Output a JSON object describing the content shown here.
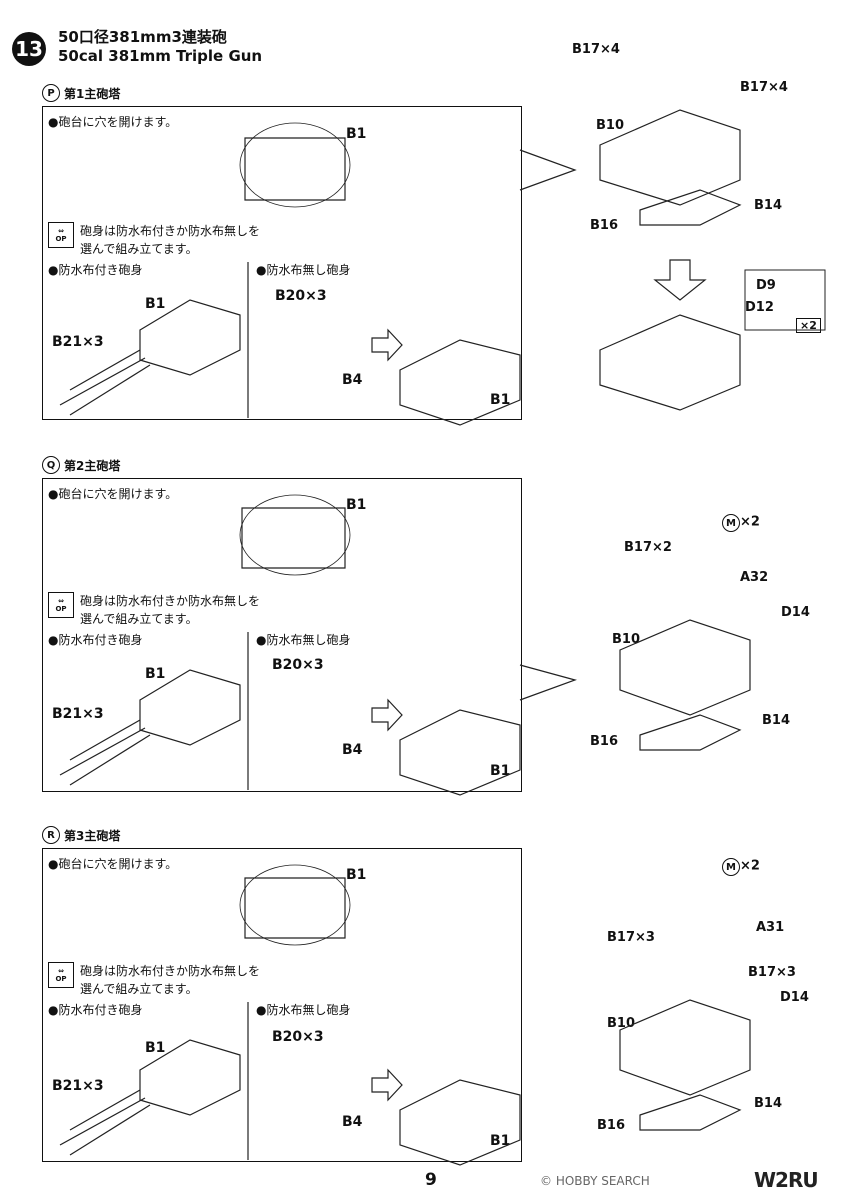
{
  "step": {
    "number": "13",
    "title_jp": "50口径381mm3連装砲",
    "title_en": "50cal 381mm Triple Gun"
  },
  "sections": [
    {
      "letter": "P",
      "title": "第1主砲塔",
      "drill_note": "●砲台に穴を開けます。",
      "op_line1": "砲身は防水布付きか防水布無しを",
      "op_line2": "選んで組み立てます。",
      "with_cover": "●防水布付き砲身",
      "without_cover": "●防水布無し砲身"
    },
    {
      "letter": "Q",
      "title": "第2主砲塔",
      "drill_note": "●砲台に穴を開けます。",
      "op_line1": "砲身は防水布付きか防水布無しを",
      "op_line2": "選んで組み立てます。",
      "with_cover": "●防水布付き砲身",
      "without_cover": "●防水布無し砲身"
    },
    {
      "letter": "R",
      "title": "第3主砲塔",
      "drill_note": "●砲台に穴を開けます。",
      "op_line1": "砲身は防水布付きか防水布無しを",
      "op_line2": "選んで組み立てます。",
      "with_cover": "●防水布付き砲身",
      "without_cover": "●防水布無し砲身"
    }
  ],
  "op_icon": "OP",
  "parts": {
    "b1": "B1",
    "b21x3": "B21×3",
    "b20x3": "B20×3",
    "b4": "B4",
    "b17x4": "B17×4",
    "b10": "B10",
    "b14": "B14",
    "b16": "B16",
    "d9": "D9",
    "d12": "D12",
    "x2": "×2",
    "b17x2": "B17×2",
    "mx2": "×2",
    "m_letter": "M",
    "a32": "A32",
    "d14": "D14",
    "b17x3": "B17×3",
    "a31": "A31"
  },
  "page_number": "9",
  "watermark": "© HOBBY SEARCH",
  "brand_fragment": "W2RU"
}
